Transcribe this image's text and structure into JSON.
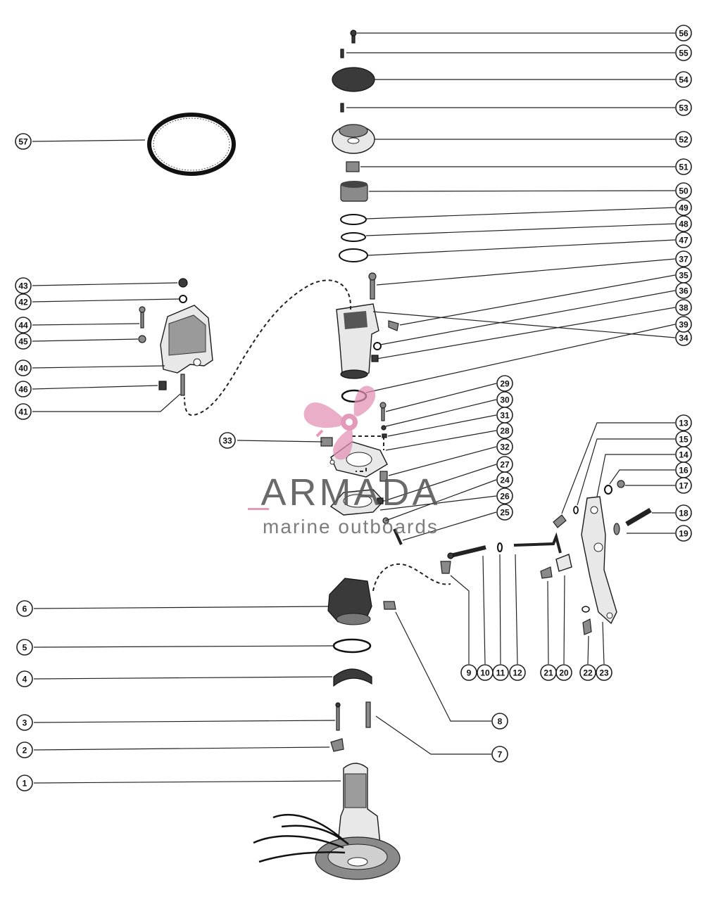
{
  "diagram": {
    "labels": [
      "1",
      "2",
      "3",
      "4",
      "5",
      "6",
      "7",
      "8",
      "9",
      "10",
      "11",
      "12",
      "13",
      "14",
      "15",
      "16",
      "17",
      "18",
      "19",
      "20",
      "21",
      "22",
      "23",
      "24",
      "25",
      "26",
      "27",
      "28",
      "29",
      "30",
      "31",
      "32",
      "33",
      "34",
      "35",
      "36",
      "37",
      "38",
      "39",
      "40",
      "41",
      "42",
      "43",
      "44",
      "45",
      "46",
      "47",
      "48",
      "49",
      "50",
      "51",
      "52",
      "53",
      "54",
      "55",
      "56",
      "57"
    ]
  },
  "watermark": {
    "title": "ARMADA",
    "subtitle": "marine outboards",
    "colors": {
      "logo": "#e38fb3",
      "text": "#5a5a5a"
    }
  }
}
